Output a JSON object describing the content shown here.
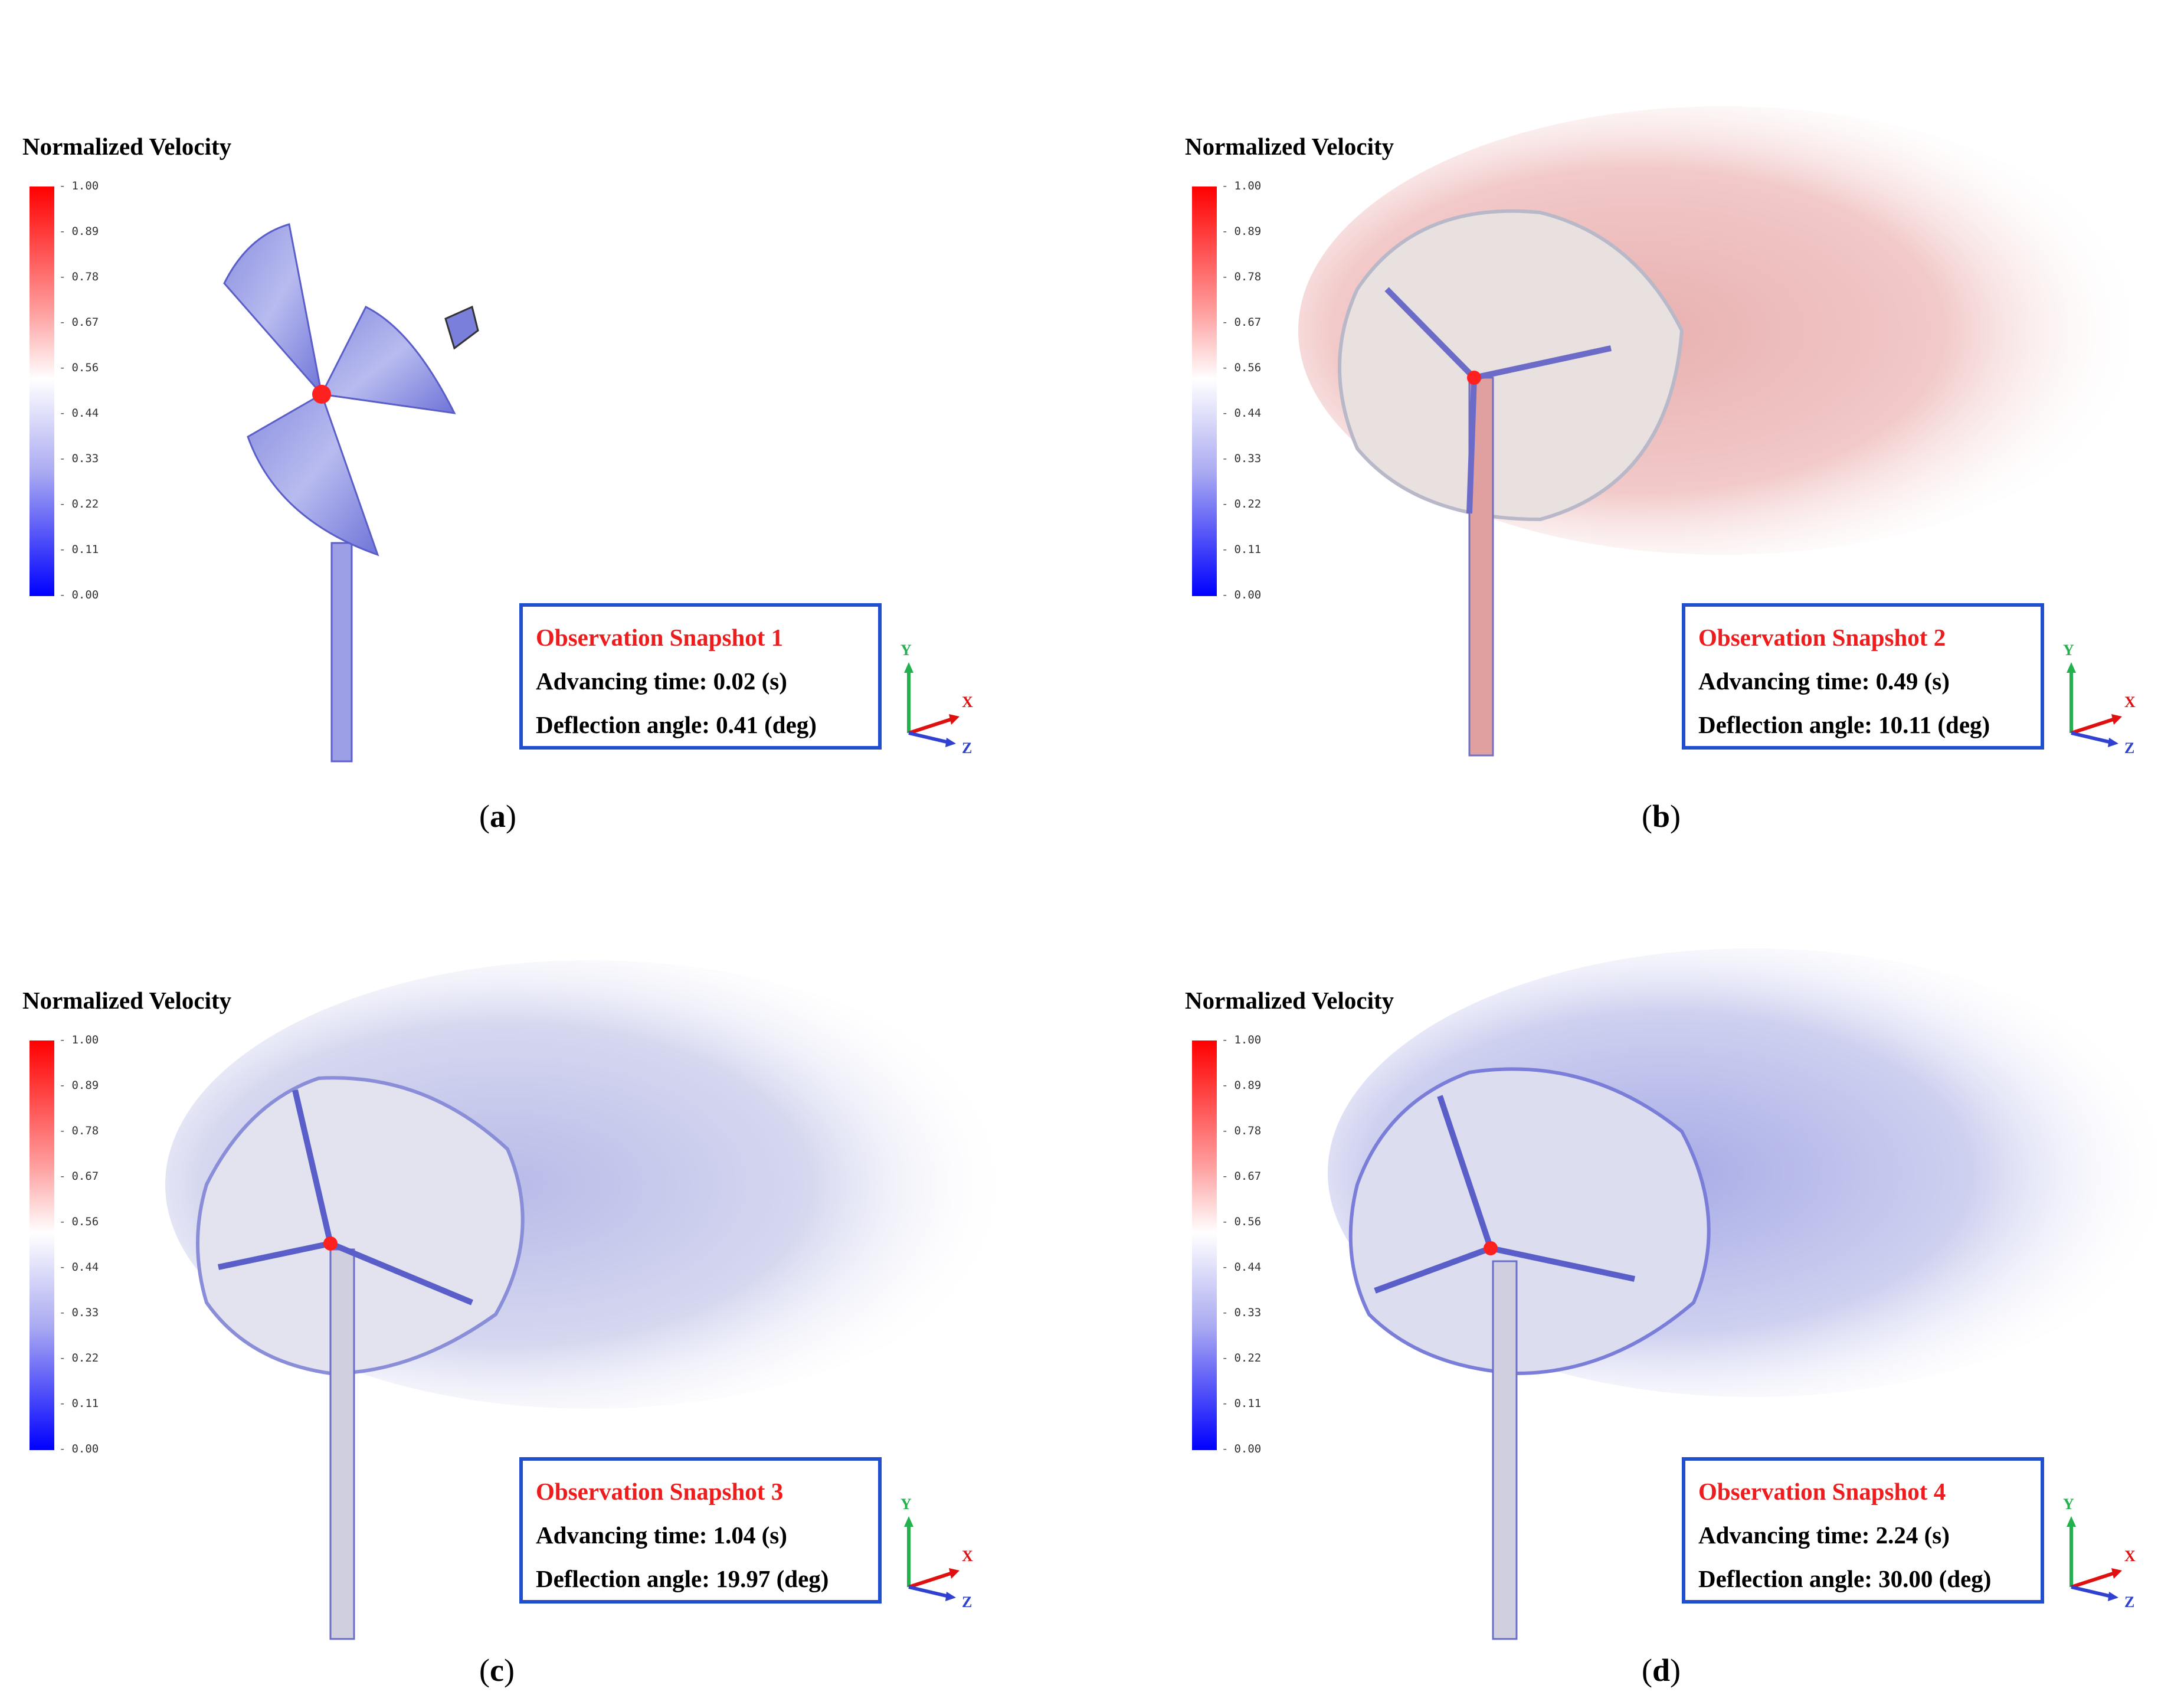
{
  "legend": {
    "title": "Normalized Velocity",
    "ticks": [
      "1.00",
      "0.89",
      "0.78",
      "0.67",
      "0.56",
      "0.44",
      "0.33",
      "0.22",
      "0.11",
      "0.00"
    ],
    "colors": {
      "max": "#ff0000",
      "mid": "#ffffff",
      "min": "#0000ff"
    }
  },
  "axes_labels": {
    "y": "Y",
    "x": "X",
    "z": "Z"
  },
  "panels": [
    {
      "caption_open": "(",
      "caption_letter": "a",
      "caption_close": ")",
      "snapshot_title": "Observation Snapshot 1",
      "advancing_time": "Advancing time: 0.02 (s)",
      "deflection_angle": "Deflection angle: 0.41 (deg)"
    },
    {
      "caption_open": "(",
      "caption_letter": "b",
      "caption_close": ")",
      "snapshot_title": "Observation Snapshot 2",
      "advancing_time": "Advancing time: 0.49 (s)",
      "deflection_angle": "Deflection angle: 10.11 (deg)"
    },
    {
      "caption_open": "(",
      "caption_letter": "c",
      "caption_close": ")",
      "snapshot_title": "Observation Snapshot 3",
      "advancing_time": "Advancing time: 1.04 (s)",
      "deflection_angle": "Deflection angle: 19.97 (deg)"
    },
    {
      "caption_open": "(",
      "caption_letter": "d",
      "caption_close": ")",
      "snapshot_title": "Observation Snapshot 4",
      "advancing_time": "Advancing time: 2.24 (s)",
      "deflection_angle": "Deflection angle: 30.00 (deg)"
    }
  ]
}
